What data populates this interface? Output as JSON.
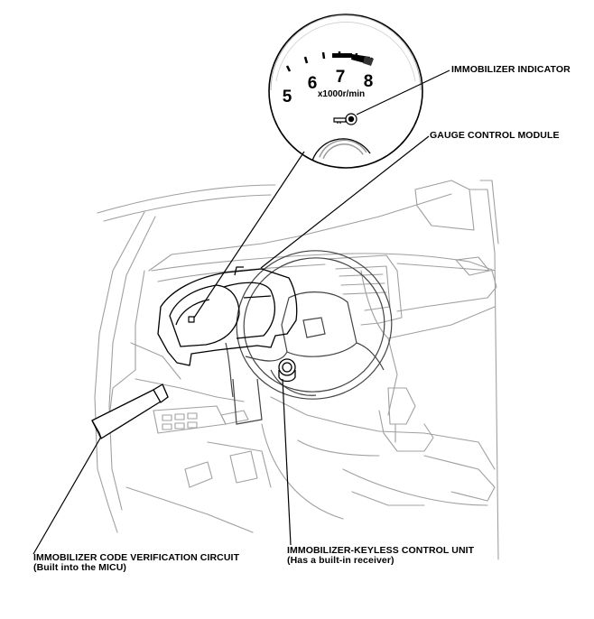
{
  "gauge": {
    "numerals": [
      "5",
      "6",
      "7",
      "8"
    ],
    "unit": "x1000r/min"
  },
  "callouts": {
    "immobilizer_indicator": "IMMOBILIZER INDICATOR",
    "gauge_control_module": "GAUGE CONTROL MODULE",
    "code_verification_line1": "IMMOBILIZER CODE VERIFICATION CIRCUIT",
    "code_verification_line2": "(Built into the MICU)",
    "keyless_unit_line1": "IMMOBILIZER-KEYLESS CONTROL UNIT",
    "keyless_unit_line2": "(Has a built-in receiver)"
  },
  "colors": {
    "ink": "#000000",
    "linework": "#9a9a9a",
    "background": "#ffffff"
  }
}
